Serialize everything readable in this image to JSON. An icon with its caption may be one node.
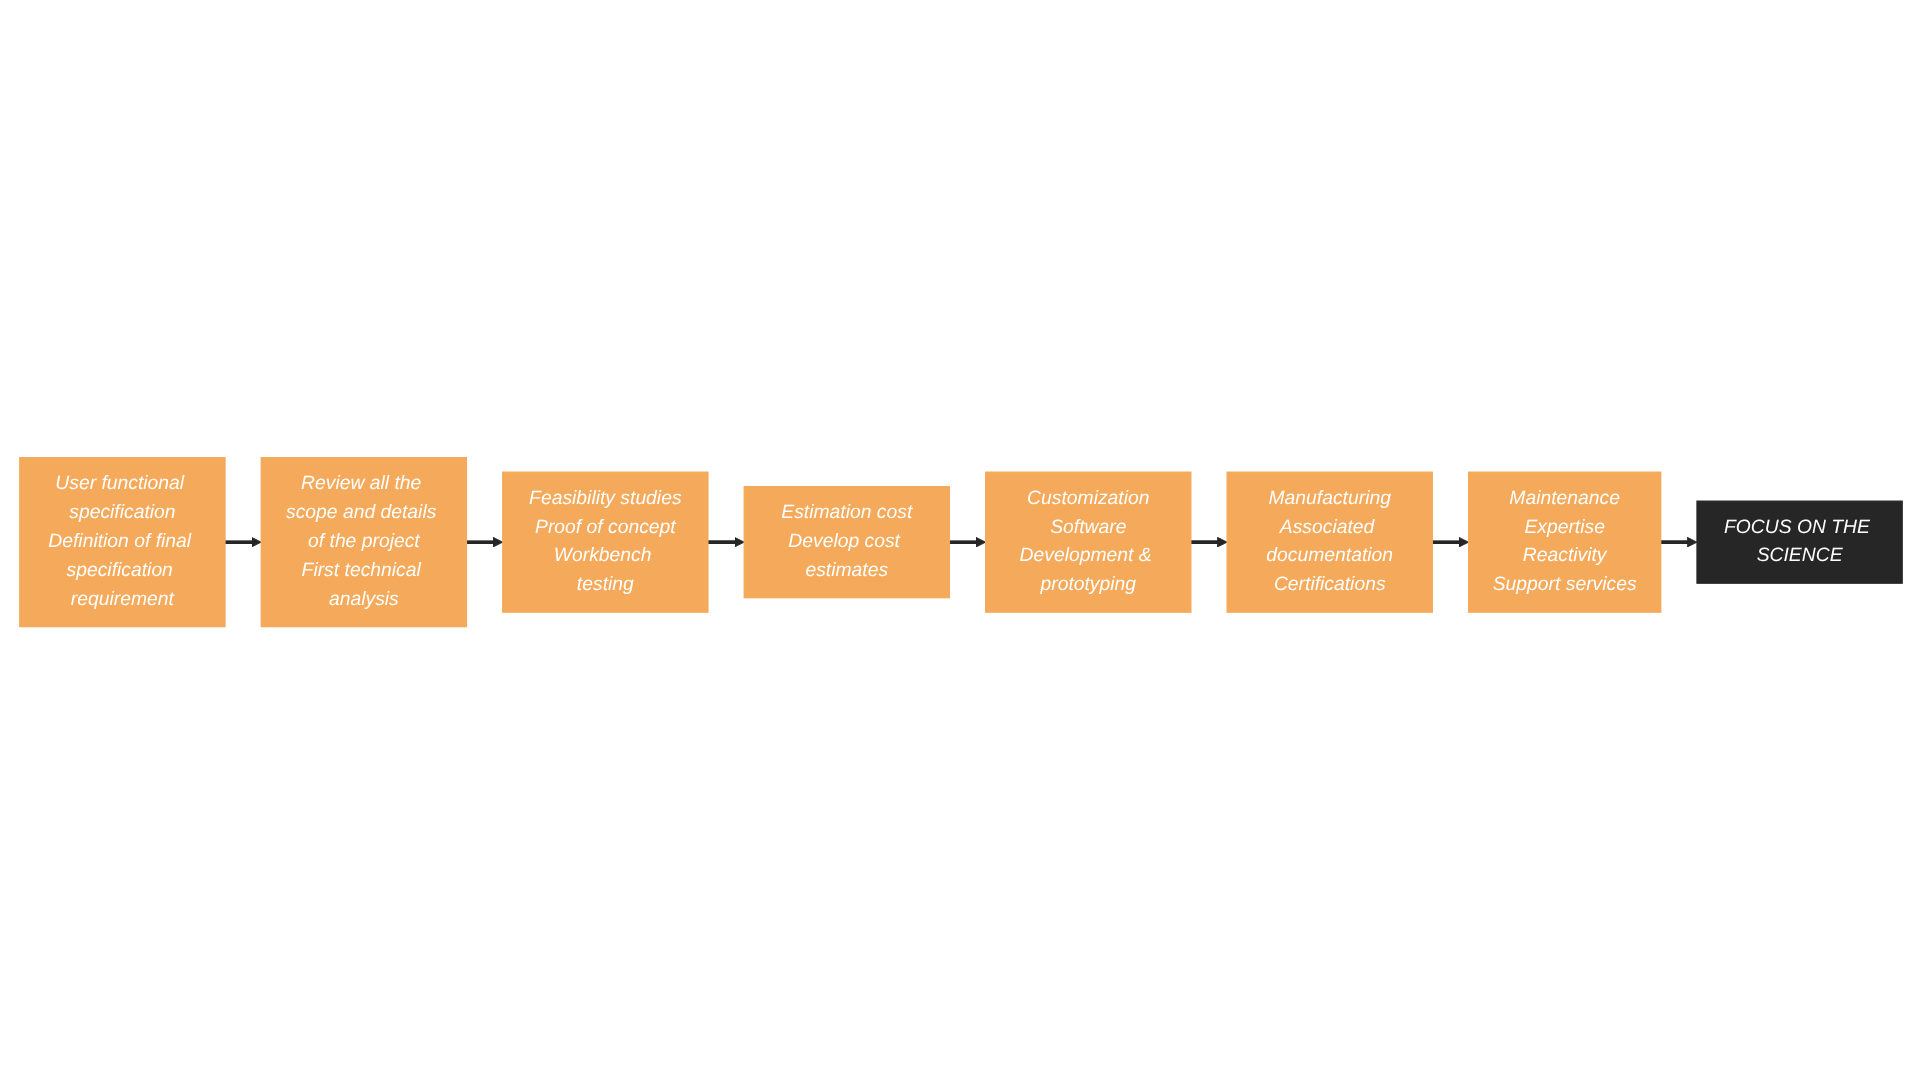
{
  "diagram": {
    "nodes": [
      {
        "text": [
          "User functional specification",
          "Definition of final specification requirement"
        ]
      },
      {
        "text": [
          "Review all the scope and details of the project",
          "First technical analysis"
        ]
      },
      {
        "text": [
          "Feasibility studies",
          "Proof of concept",
          "Workbench testing"
        ]
      },
      {
        "text": [
          "Estimation cost",
          "Develop cost estimates"
        ]
      },
      {
        "text": [
          "FOCUS ON THE SCIENCE"
        ]
      },
      {
        "text": [
          "Maintenance",
          "Expertise",
          "Reactivity",
          "Support services"
        ]
      },
      {
        "text": [
          "Manufacturing",
          "Associated documentation",
          "Certifications"
        ]
      },
      {
        "text": [
          "Customization",
          "Software",
          "Development & prototyping"
        ]
      }
    ],
    "edges": [
      {
        "from": 0,
        "to": 1,
        "arrow": "to"
      },
      {
        "from": 1,
        "to": 2,
        "arrow": "to"
      },
      {
        "from": 2,
        "to": 3,
        "arrow": "to"
      },
      {
        "from": 3,
        "to": 7,
        "arrow": "to"
      },
      {
        "from": 7,
        "to": 6,
        "arrow": "to"
      },
      {
        "from": 6,
        "to": 5,
        "arrow": "to"
      },
      {
        "from": 5,
        "to": 4,
        "arrow": "to"
      }
    ]
  }
}
